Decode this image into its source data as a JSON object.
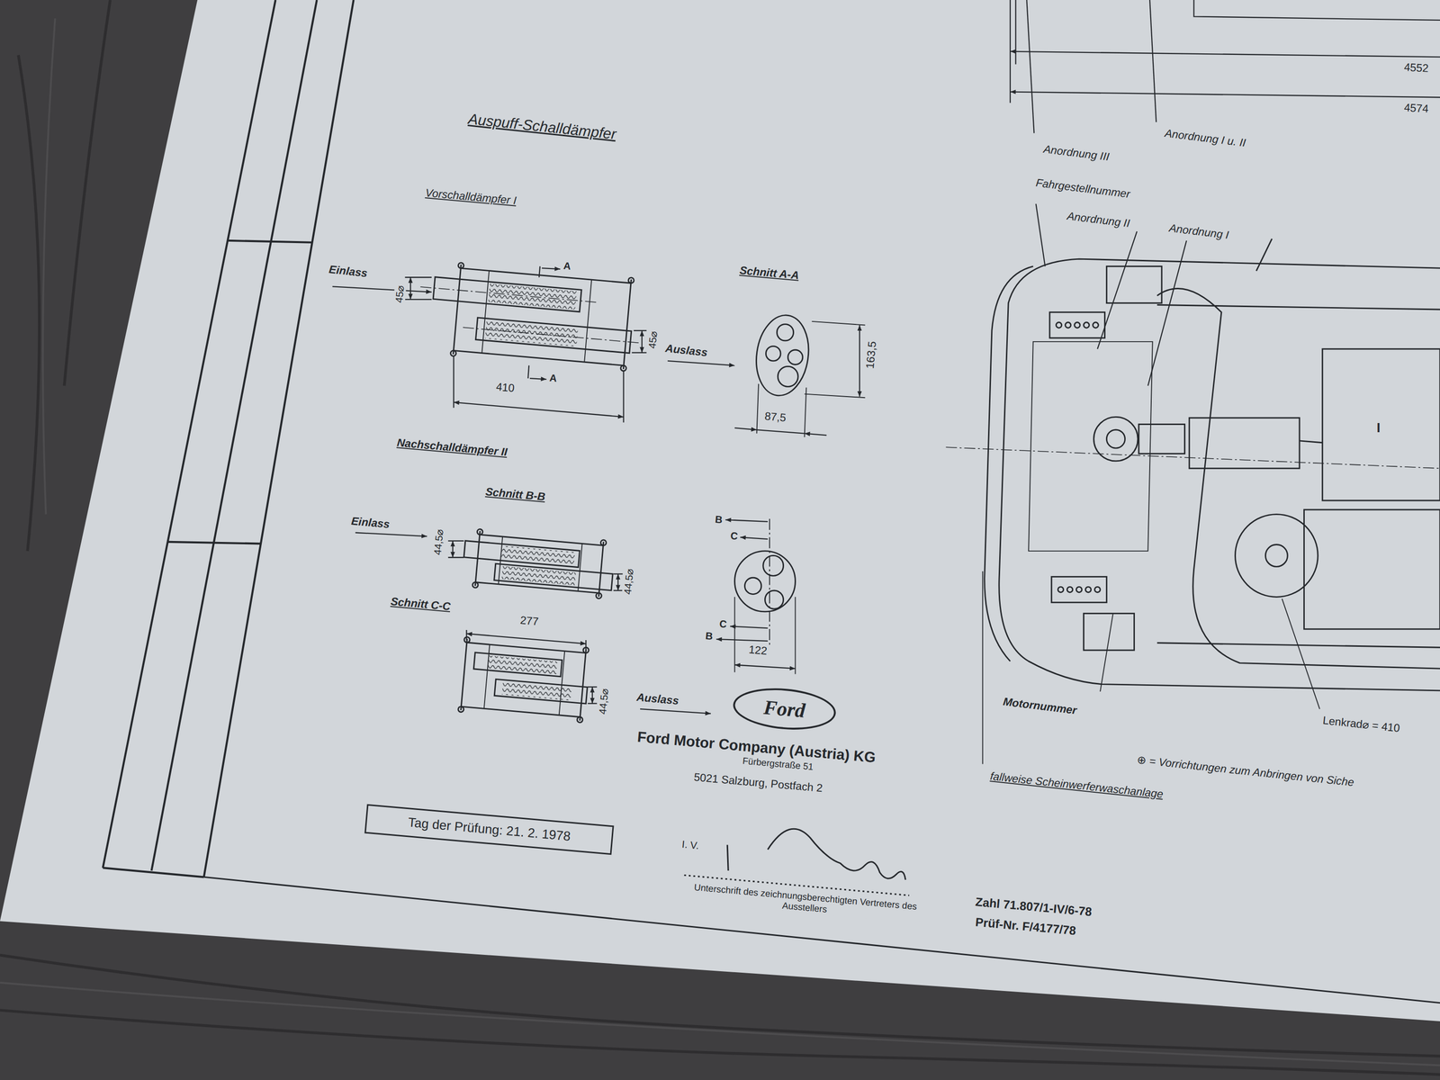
{
  "diagram": {
    "title": "Auspuff-Schalldämpfer",
    "nodes": [
      {
        "text": [
          "Ford"
        ]
      },
      {
        "text": [
          "Tag der Prüfung: 21. 2. 1978"
        ]
      }
    ],
    "labels": [
      "4552",
      "4574",
      "Anordnung III",
      "Anordnung I u. II",
      "Fahrgestellnummer",
      "Anordnung II",
      "Anordnung I",
      "Vorschalldämpfer I",
      "Einlass",
      "45⌀",
      "A",
      "A",
      "45⌀",
      "Auslass",
      "410",
      "Schnitt A-A",
      "163,5",
      "87,5",
      "Nachschalldämpfer II",
      "Schnitt B-B",
      "Einlass",
      "44,5⌀",
      "44,5⌀",
      "B",
      "C",
      "C",
      "B",
      "122",
      "Schnitt C-C",
      "277",
      "44,5⌀",
      "Auslass",
      "Ford Motor Company (Austria) KG",
      "Fürbergstraße 51",
      "5021 Salzburg, Postfach 2",
      "I. V.",
      "Unterschrift des zeichnungsberechtigten Vertreters des Ausstellers",
      "Zahl 71.807/1-IV/6-78",
      "Prüf-Nr. F/4177/78",
      "Motornummer",
      "Lenkrad⌀ = 410",
      "⊕ = Vorrichtungen zum Anbringen von Siche",
      "fallweise Scheinwerferwaschanlage",
      "I"
    ]
  }
}
